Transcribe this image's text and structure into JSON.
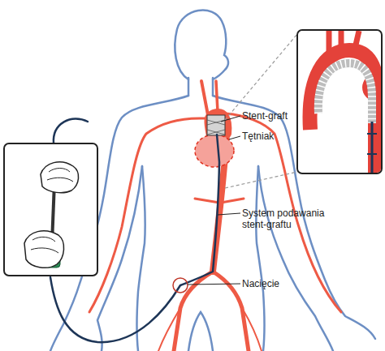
{
  "diagram": {
    "labels": [
      "Stent-graft",
      "Tętniak",
      "System podawania stent-graftu",
      "Nacięcie"
    ]
  }
}
